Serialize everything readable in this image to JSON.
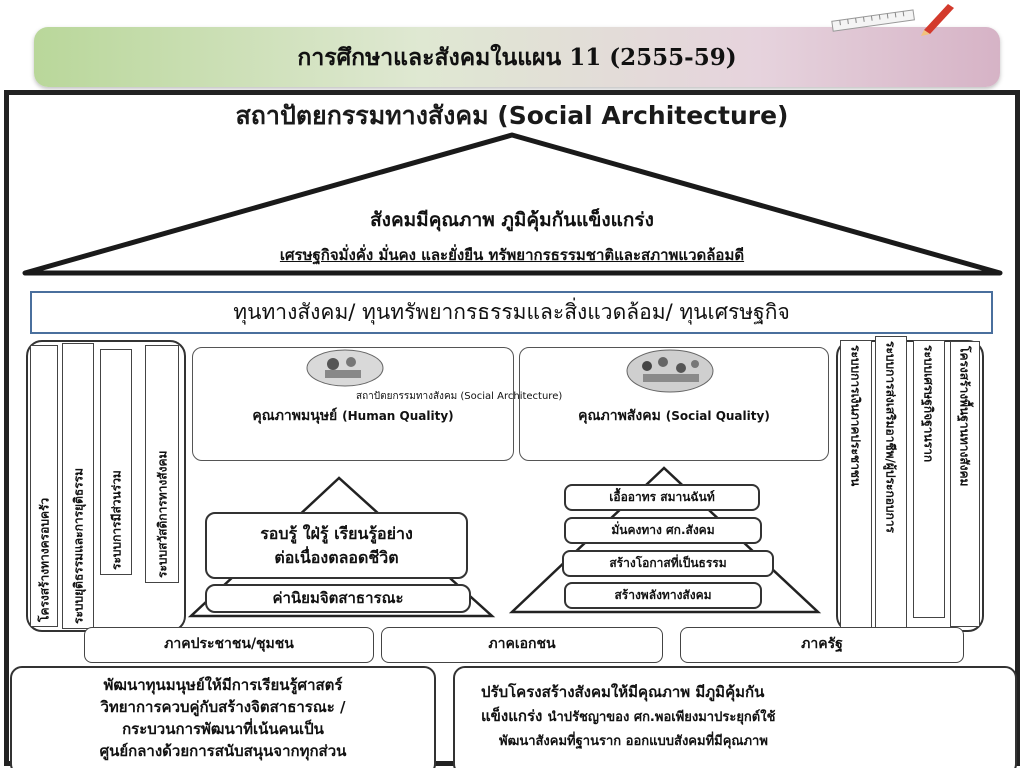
{
  "slide_title": "การศึกษาและสังคมในแผน 11 (2555-59)",
  "main_title": "สถาปัตยกรรมทางสังคม (Social Architecture)",
  "roof": {
    "line1": "สังคมมีคุณภาพ ภูมิคุ้มกันแข็งแกร่ง",
    "line2": "เศรษฐกิจมั่งคั่ง มั่นคง และยั่งยืน ทรัพยากรธรรมชาติและสภาพแวดล้อมดี"
  },
  "capital_bar": "ทุนทางสังคม/ ทุนทรัพยากรธรรมและสิ่งแวดล้อม/ ทุนเศรษฐกิจ",
  "left_pillars": [
    "โครงสร้างทางครอบครัว",
    "ระบบยุติธรรมและการยุติธรรม",
    "ระบบการมีส่วนร่วม",
    "ระบบสวัสดิการทางสังคม"
  ],
  "right_pillars": [
    "ระบบการเงินภาคประชาชน",
    "ระบบการส่งเสริมอาชีพ/ผู้ประกอบการ",
    "ระบบเศรษฐกิจฐานราก",
    "โครงสร้างพื้นฐานทางสังคม"
  ],
  "human_quality": {
    "label_th": "คุณภาพมนุษย์",
    "label_en": "(Human Quality)",
    "box1_line1": "รอบรู้ ใฝ่รู้ เรียนรู้อย่าง",
    "box1_line2": "ต่อเนื่องตลอดชีวิต",
    "box2": "ค่านิยมจิตสาธารณะ"
  },
  "social_quality": {
    "label_th": "คุณภาพสังคม",
    "label_en": "(Social Quality)",
    "items": [
      "เอื้ออาทร สมานฉันท์",
      "มั่นคงทาง ศก.สังคม",
      "สร้างโอกาสที่เป็นธรรม",
      "สร้างพลังทางสังคม"
    ]
  },
  "arch_caption": "สถาปัตยกรรมทางสังคม (Social Architecture)",
  "sectors": [
    "ภาคประชาชน/ชุมชน",
    "ภาคเอกชน",
    "ภาครัฐ"
  ],
  "bottom_left": {
    "line1": "พัฒนาทุนมนุษย์ให้มีการเรียนรู้ศาสตร์",
    "line2": "วิทยาการควบคู่กับสร้างจิตสาธารณะ  /",
    "line3": "กระบวนการพัฒนาที่เน้นคนเป็น",
    "line4": "ศูนย์กลางด้วยการสนับสนุนจากทุกส่วน"
  },
  "bottom_right": {
    "line1": "ปรับโครงสร้างสังคมให้มีคุณภาพ มีภูมิคุ้มกัน",
    "line2a": "แข็งแกร่ง",
    "line2b": "นำปรัชญาของ ศก.พอเพียงมาประยุกต์ใช้",
    "line3": "พัฒนาสังคมที่ฐานราก ออกแบบสังคมที่มีคุณภาพ"
  },
  "colors": {
    "frame": "#222222",
    "capital_border": "#4a6f9d",
    "banner_left": "#b9d79a",
    "banner_right": "#d6b3c6"
  }
}
